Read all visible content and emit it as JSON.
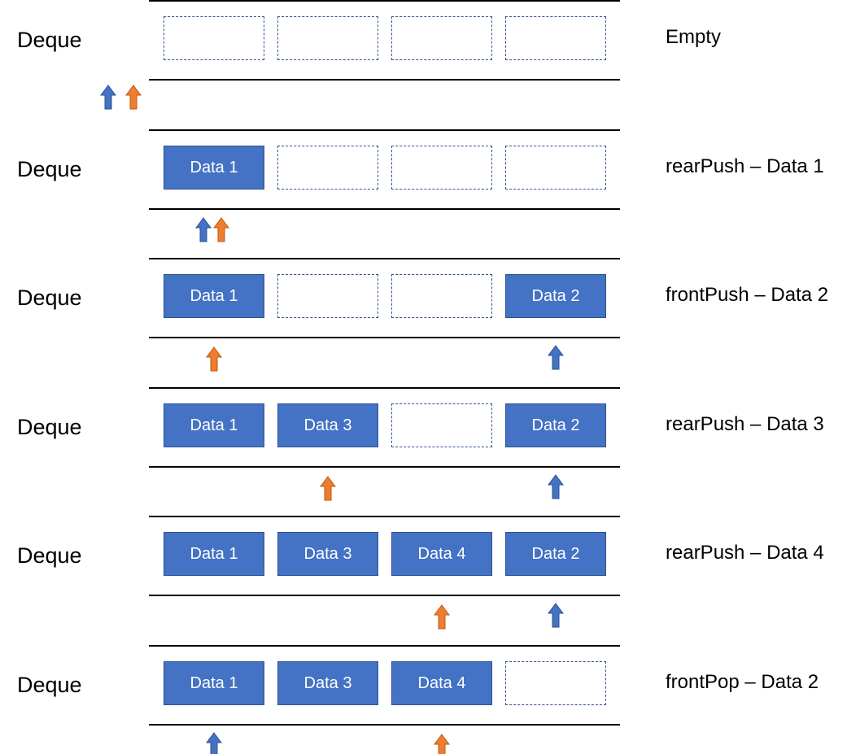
{
  "row_label": "Deque",
  "colors": {
    "data_fill": "#4472c4",
    "data_border": "#2f528f",
    "front_arrow": "#4472c4",
    "rear_arrow": "#ed7d31"
  },
  "rows": [
    {
      "operation": "Empty",
      "slots": [
        {
          "filled": false,
          "text": ""
        },
        {
          "filled": false,
          "text": ""
        },
        {
          "filled": false,
          "text": ""
        },
        {
          "filled": false,
          "text": ""
        }
      ],
      "front_index": -1,
      "rear_index": -1
    },
    {
      "operation": "rearPush – Data 1",
      "slots": [
        {
          "filled": true,
          "text": "Data 1"
        },
        {
          "filled": false,
          "text": ""
        },
        {
          "filled": false,
          "text": ""
        },
        {
          "filled": false,
          "text": ""
        }
      ],
      "front_index": 0,
      "rear_index": 0
    },
    {
      "operation": "frontPush – Data 2",
      "slots": [
        {
          "filled": true,
          "text": "Data 1"
        },
        {
          "filled": false,
          "text": ""
        },
        {
          "filled": false,
          "text": ""
        },
        {
          "filled": true,
          "text": "Data 2"
        }
      ],
      "front_index": 3,
      "rear_index": 0
    },
    {
      "operation": "rearPush – Data 3",
      "slots": [
        {
          "filled": true,
          "text": "Data 1"
        },
        {
          "filled": true,
          "text": "Data 3"
        },
        {
          "filled": false,
          "text": ""
        },
        {
          "filled": true,
          "text": "Data 2"
        }
      ],
      "front_index": 3,
      "rear_index": 1
    },
    {
      "operation": "rearPush – Data 4",
      "slots": [
        {
          "filled": true,
          "text": "Data 1"
        },
        {
          "filled": true,
          "text": "Data 3"
        },
        {
          "filled": true,
          "text": "Data 4"
        },
        {
          "filled": true,
          "text": "Data 2"
        }
      ],
      "front_index": 3,
      "rear_index": 2
    },
    {
      "operation": "frontPop – Data 2",
      "slots": [
        {
          "filled": true,
          "text": "Data 1"
        },
        {
          "filled": true,
          "text": "Data 3"
        },
        {
          "filled": true,
          "text": "Data 4"
        },
        {
          "filled": false,
          "text": ""
        }
      ],
      "front_index": 0,
      "rear_index": 2
    }
  ]
}
